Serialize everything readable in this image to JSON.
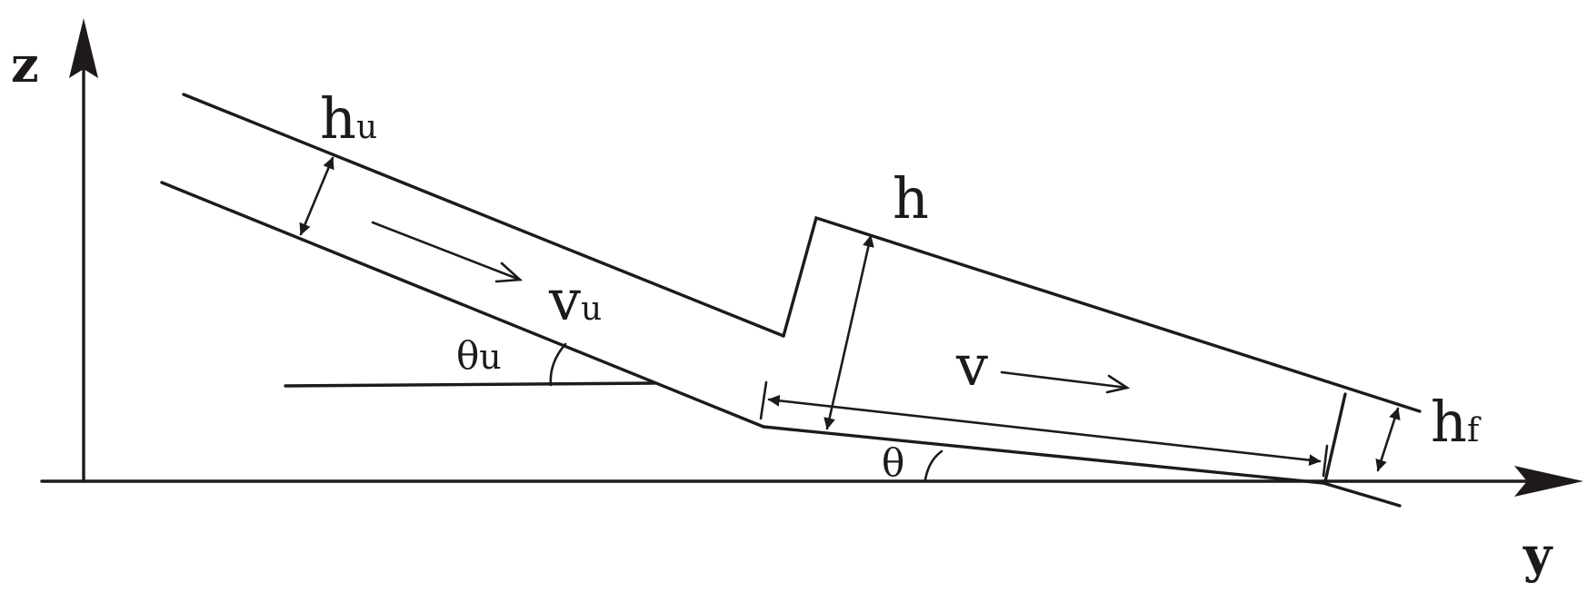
{
  "colors": {
    "ink": "#1e1a1a",
    "background": "#ffffff"
  },
  "axes": {
    "vertical": "z",
    "horizontal": "y"
  },
  "labels": {
    "upstream_depth": {
      "main": "h",
      "sub": "u"
    },
    "depth": "h",
    "front_depth": {
      "main": "h",
      "sub": "f"
    },
    "upstream_velocity": {
      "main": "v",
      "sub": "u"
    },
    "velocity": "v",
    "upstream_angle": {
      "main": "θ",
      "sub": "u"
    },
    "angle": "θ"
  }
}
